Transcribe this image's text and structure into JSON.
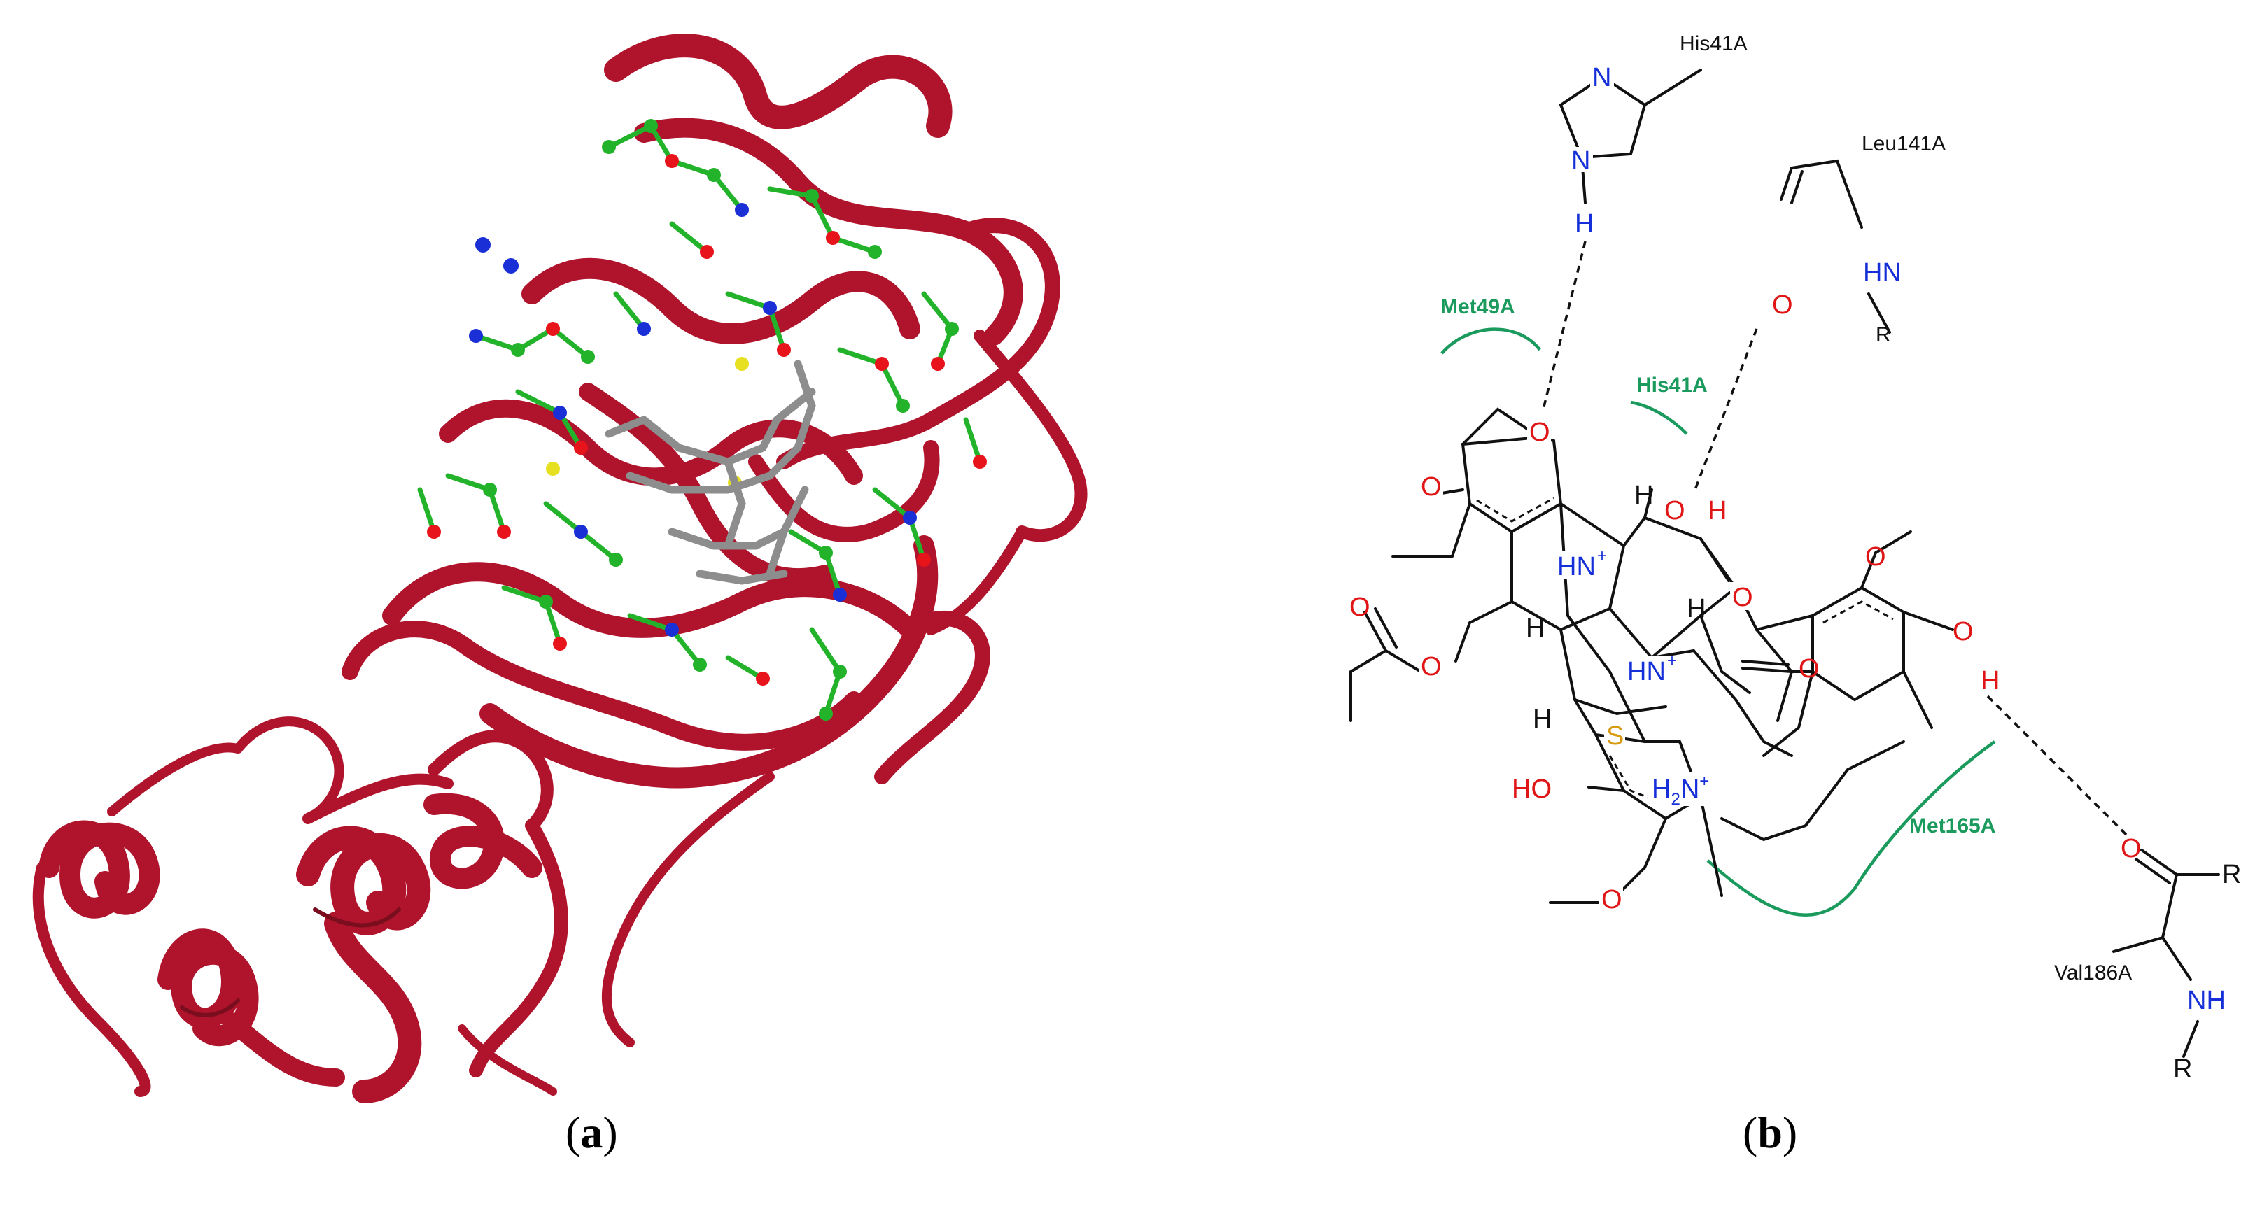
{
  "captions": {
    "left_open": "(",
    "left_letter": "a",
    "left_close": ")",
    "right_open": "(",
    "right_letter": "b",
    "right_close": ")"
  },
  "residues": {
    "his41_top": "His41A",
    "leu141": "Leu141A",
    "met49": "Met49A",
    "his41_arc": "His41A",
    "met165": "Met165A",
    "val186": "Val186A"
  },
  "atoms": {
    "his_n": "N",
    "his_nh_n": "N",
    "his_nh_h": "H",
    "leu_o": "O",
    "leu_hn": "HN",
    "leu_r": "R",
    "o_diox1": "O",
    "o_diox2": "O",
    "h_top": "H",
    "oh_o": "O",
    "oh_h": "H",
    "hn_plus1": "HN",
    "hn_plus1_sup": "+",
    "o_ester": "O",
    "o_carbonyl": "O",
    "o_methoxy_top": "O",
    "oh2_o": "O",
    "oh2_h": "H",
    "o_acetyl_dbl": "O",
    "o_acetyl": "O",
    "h_mid1": "H",
    "h_mid2": "H",
    "hn_plus2": "HN",
    "hn_plus2_sup": "+",
    "h_left": "H",
    "s": "S",
    "h2n_plus": "H",
    "h2n_sub": "2",
    "h2n_n": "N",
    "h2n_sup": "+",
    "ho_o": "HO",
    "o_methoxy_bot": "O",
    "val_o": "O",
    "val_r1": "R",
    "val_nh": "NH",
    "val_r2": "R"
  },
  "colors": {
    "ribbon": "#b0142c",
    "carbon": "#22b32b",
    "oxygen": "#e8141c",
    "nitrogen": "#1a2fd6",
    "sulfur": "#e6e020",
    "ligand": "#8d8d8d",
    "residue_arc": "#1a9a5c"
  }
}
